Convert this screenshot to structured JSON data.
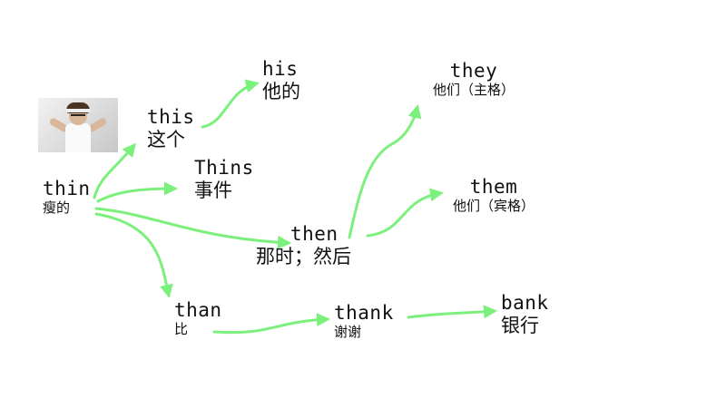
{
  "arrow_color": "#7cf07c",
  "image": {
    "subject": "thin man in tank top flexing arms"
  },
  "words": {
    "thin": {
      "en": "thin",
      "zh": "瘦的"
    },
    "this": {
      "en": "this",
      "zh": "这个"
    },
    "his": {
      "en": "his",
      "zh": "他的"
    },
    "thins": {
      "en": "Thins",
      "zh": "事件"
    },
    "then": {
      "en": "then",
      "zh": "那时；然后"
    },
    "they": {
      "en": "they",
      "zh": "他们（主格）"
    },
    "them": {
      "en": "them",
      "zh": "他们（宾格）"
    },
    "than": {
      "en": "than",
      "zh": "比"
    },
    "thank": {
      "en": "thank",
      "zh": "谢谢"
    },
    "bank": {
      "en": "bank",
      "zh": "银行"
    }
  },
  "links": [
    {
      "from": "thin",
      "to": "this"
    },
    {
      "from": "this",
      "to": "his"
    },
    {
      "from": "thin",
      "to": "thins"
    },
    {
      "from": "thin",
      "to": "then"
    },
    {
      "from": "then",
      "to": "they"
    },
    {
      "from": "then",
      "to": "them"
    },
    {
      "from": "thin",
      "to": "than"
    },
    {
      "from": "than",
      "to": "thank"
    },
    {
      "from": "thank",
      "to": "bank"
    }
  ]
}
